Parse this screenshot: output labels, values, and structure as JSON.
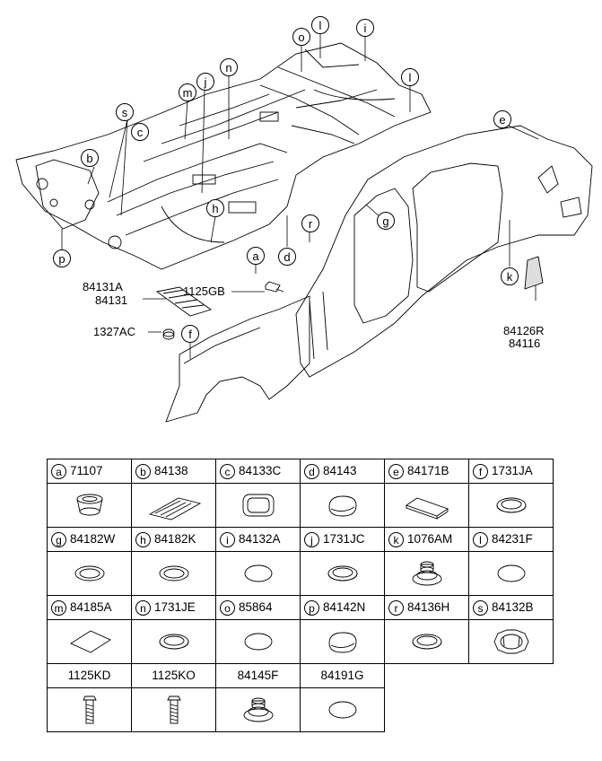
{
  "callouts": {
    "a": "a",
    "b": "b",
    "c": "c",
    "d": "d",
    "e": "e",
    "f": "f",
    "g": "g",
    "h": "h",
    "i": "i",
    "j": "j",
    "k": "k",
    "l": "l",
    "m": "m",
    "n": "n",
    "o": "o",
    "p": "p",
    "r": "r",
    "s": "s"
  },
  "part_labels": {
    "p84131A": "84131A",
    "p84131": "84131",
    "p1125GB": "1125GB",
    "p1327AC": "1327AC",
    "p84126R": "84126R",
    "p84116": "84116"
  },
  "table": {
    "rows": [
      [
        {
          "letter": "a",
          "part": "71107",
          "icon": "grommet-stepped"
        },
        {
          "letter": "b",
          "part": "84138",
          "icon": "pad-strip"
        },
        {
          "letter": "c",
          "part": "84133C",
          "icon": "square-ring"
        },
        {
          "letter": "d",
          "part": "84143",
          "icon": "oval-plug"
        },
        {
          "letter": "e",
          "part": "84171B",
          "icon": "bar-pad"
        },
        {
          "letter": "f",
          "part": "1731JA",
          "icon": "round-grommet"
        }
      ],
      [
        {
          "letter": "g",
          "part": "84182W",
          "icon": "flat-ring"
        },
        {
          "letter": "h",
          "part": "84182K",
          "icon": "flat-ring"
        },
        {
          "letter": "i",
          "part": "84132A",
          "icon": "disc"
        },
        {
          "letter": "j",
          "part": "1731JC",
          "icon": "round-grommet"
        },
        {
          "letter": "k",
          "part": "1076AM",
          "icon": "stepped-grommet"
        },
        {
          "letter": "l",
          "part": "84231F",
          "icon": "disc"
        }
      ],
      [
        {
          "letter": "m",
          "part": "84185A",
          "icon": "square-sheet"
        },
        {
          "letter": "n",
          "part": "1731JE",
          "icon": "round-grommet"
        },
        {
          "letter": "o",
          "part": "85864",
          "icon": "disc"
        },
        {
          "letter": "p",
          "part": "84142N",
          "icon": "oval-plug"
        },
        {
          "letter": "r",
          "part": "84136H",
          "icon": "round-grommet"
        },
        {
          "letter": "s",
          "part": "84132B",
          "icon": "tabbed-cap"
        }
      ],
      [
        {
          "letter": "",
          "part": "1125KD",
          "icon": "bolt"
        },
        {
          "letter": "",
          "part": "1125KO",
          "icon": "bolt"
        },
        {
          "letter": "",
          "part": "84145F",
          "icon": "stepped-grommet"
        },
        {
          "letter": "",
          "part": "84191G",
          "icon": "disc"
        }
      ]
    ]
  }
}
